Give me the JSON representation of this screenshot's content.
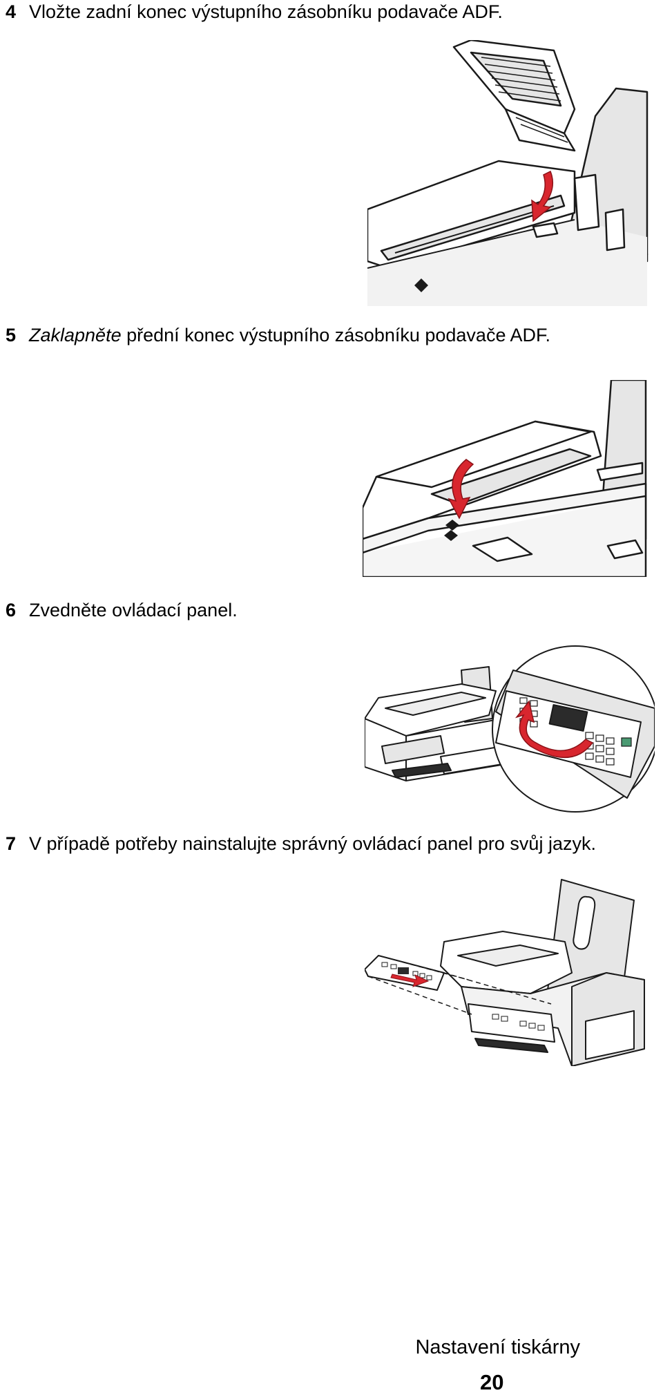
{
  "steps": [
    {
      "number": "4",
      "text": "Vložte zadní konec výstupního zásobníku podavače ADF."
    },
    {
      "number": "5",
      "italic": "Zaklapněte",
      "text": " přední konec výstupního zásobníku podavače ADF."
    },
    {
      "number": "6",
      "text": "Zvedněte ovládací panel."
    },
    {
      "number": "7",
      "text": "V případě potřeby nainstalujte správný ovládací panel pro svůj jazyk."
    }
  ],
  "footer": {
    "section_title": "Nastavení tiskárny",
    "page_number": "20"
  },
  "colors": {
    "arrow": "#d8262e",
    "line": "#1a1a1a",
    "shade": "#e6e6e6",
    "screen": "#2b2b2b",
    "key_green": "#4a9a72"
  },
  "icons": [
    "adf-tray-illustration",
    "adf-close-illustration",
    "control-panel-lift-illustration",
    "control-panel-swap-illustration",
    "red-arrow-icon"
  ]
}
